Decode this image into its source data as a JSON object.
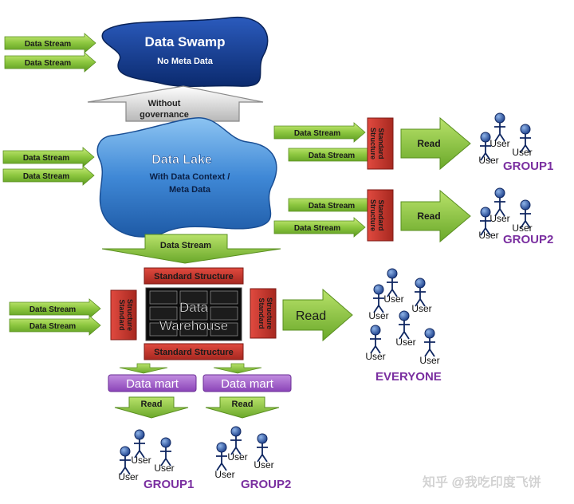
{
  "labels": {
    "data_stream": "Data Stream",
    "read": "Read",
    "user": "User",
    "standard_structure": "Standard Structure",
    "standard_line1": "Standard",
    "standard_line2": "Structure",
    "data_mart": "Data mart",
    "group1": "GROUP1",
    "group2": "GROUP2",
    "everyone": "EVERYONE"
  },
  "swamp": {
    "title": "Data Swamp",
    "subtitle": "No Meta Data"
  },
  "governance": {
    "line1": "Without",
    "line2": "governance"
  },
  "lake": {
    "title": "Data Lake",
    "line1": "With Data Context /",
    "line2": "Meta Data"
  },
  "warehouse": {
    "line1": "Data",
    "line2": "Warehouse"
  },
  "watermark": "知乎 @我吃印度飞饼",
  "colors": {
    "arrow_green": "#8cc63f",
    "swamp_blue": "#0b2f7a",
    "lake_blue": "#2f79c8",
    "red_box": "#c0302b",
    "purple": "#7a2fa0",
    "mart_purple": "#9b59c6"
  }
}
